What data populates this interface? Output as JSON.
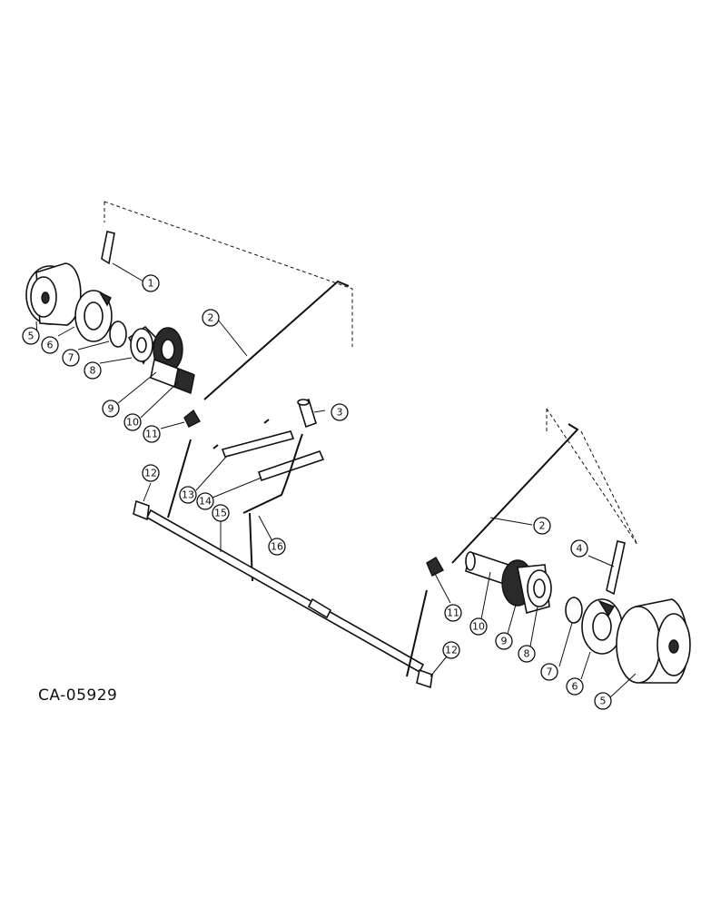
{
  "drawing_id": "CA-05929",
  "callouts": [
    {
      "label": "1"
    },
    {
      "label": "2"
    },
    {
      "label": "3"
    },
    {
      "label": "5"
    },
    {
      "label": "6"
    },
    {
      "label": "7"
    },
    {
      "label": "8"
    },
    {
      "label": "9"
    },
    {
      "label": "10"
    },
    {
      "label": "11"
    },
    {
      "label": "12"
    },
    {
      "label": "13"
    },
    {
      "label": "14"
    },
    {
      "label": "15"
    },
    {
      "label": "16"
    },
    {
      "label": "2"
    },
    {
      "label": "4"
    },
    {
      "label": "11"
    },
    {
      "label": "10"
    },
    {
      "label": "9"
    },
    {
      "label": "8"
    },
    {
      "label": "7"
    },
    {
      "label": "6"
    },
    {
      "label": "5"
    },
    {
      "label": "12"
    }
  ]
}
